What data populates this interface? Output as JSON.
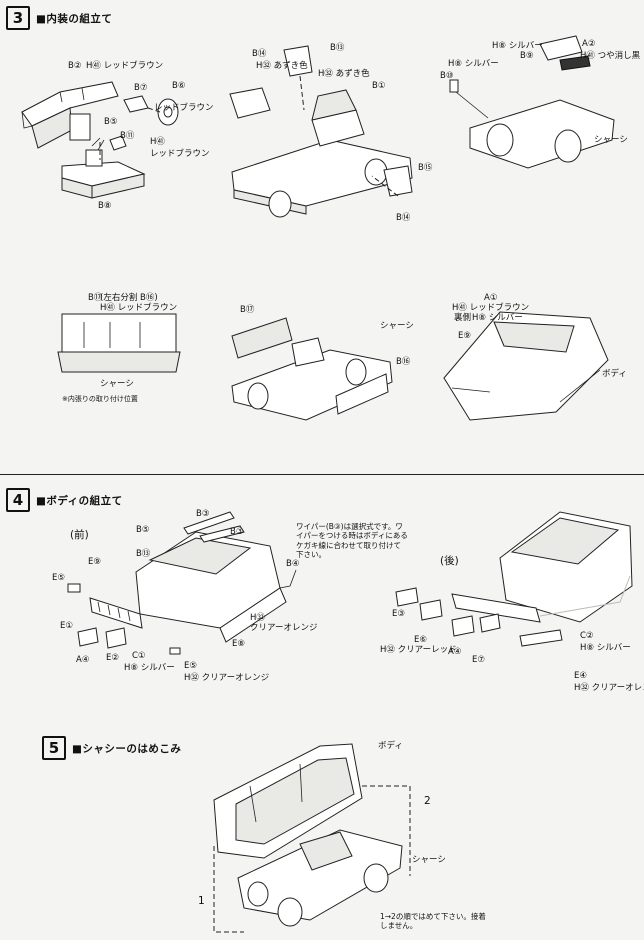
{
  "step3": {
    "number": "3",
    "title": "■内装の組立て",
    "labels": {
      "b2_red": "B②",
      "h41_red": "H㊶ レッドブラウン",
      "b7": "B⑦",
      "b6": "B⑥",
      "b5": "B⑤",
      "b11": "B⑪",
      "b6_red": "レッドブラウン",
      "h41_red2": "H㊶",
      "red_brown": "レッドブラウン",
      "b8": "B⑧",
      "b14_top": "B⑭",
      "h32_wood": "H㉜ あずき色",
      "b13": "B⑬",
      "h32_wood2": "H㉜ あずき色",
      "b1": "B①",
      "b15_bottom": "B⑮",
      "b14_bottom": "B⑭",
      "h8_silver": "H⑧ シルバー",
      "b10": "B⑩",
      "h8_silver2": "H⑧ シルバー",
      "b9": "B⑨",
      "a2": "A②",
      "h41_gloss": "H㊶ つや消し黒",
      "chassis_r": "シャーシ",
      "b17": "B⑰",
      "b16_note": "(左右分割 B⑯)",
      "h41_red3": "H㊶ レッドブラウン",
      "chassis_l": "シャーシ",
      "inner_note": "※内張りの取り付け位置",
      "b17_mid": "B⑰",
      "chassis_mid": "シャーシ",
      "b16_mid": "B⑯",
      "a1": "A①",
      "h41_red4": "H㊶ レッドブラウン",
      "h8_silver3": "H⑧ シルバー",
      "e9": "E⑨",
      "body_r": "ボディ",
      "glass_note": "裏側"
    }
  },
  "step4": {
    "number": "4",
    "title": "■ボディの組立て",
    "front": "(前)",
    "rear": "(後)",
    "wiper_note": "ワイパー(B③)は選択式です。ワイパーをつける時はボディにあるケガキ線に合わせて取り付けて下さい。",
    "labels": {
      "b3": "B③",
      "b5": "B⑤",
      "b3_2": "B③",
      "b13": "B⑬",
      "e9": "E⑨",
      "e5": "E⑤",
      "e1": "E①",
      "a4": "A④",
      "e2": "E②",
      "c1": "C①",
      "h8_silver": "H⑧ シルバー",
      "b4": "B④",
      "h32_clear": "H㉜",
      "clear_orange": "クリアーオレンジ",
      "e8": "E⑧",
      "e5_2": "E⑤",
      "h32_clear_orange": "H㉜ クリアーオレンジ",
      "e3": "E③",
      "e6": "E⑥",
      "h32_clear_red": "H㉜ クリアーレッド",
      "a4_r": "A④",
      "e7": "E⑦",
      "c2": "C②",
      "h8_silver_r": "H⑧ シルバー",
      "e4": "E④",
      "h32_clear_orange_r": "H㉜ クリアーオレンジ"
    }
  },
  "step5": {
    "number": "5",
    "title": "■シャシーのはめこみ",
    "body_label": "ボディ",
    "chassis_label": "シャーシ",
    "num1": "1",
    "num2": "2",
    "instruction": "1→2の順ではめて下さい。接着しません。"
  }
}
